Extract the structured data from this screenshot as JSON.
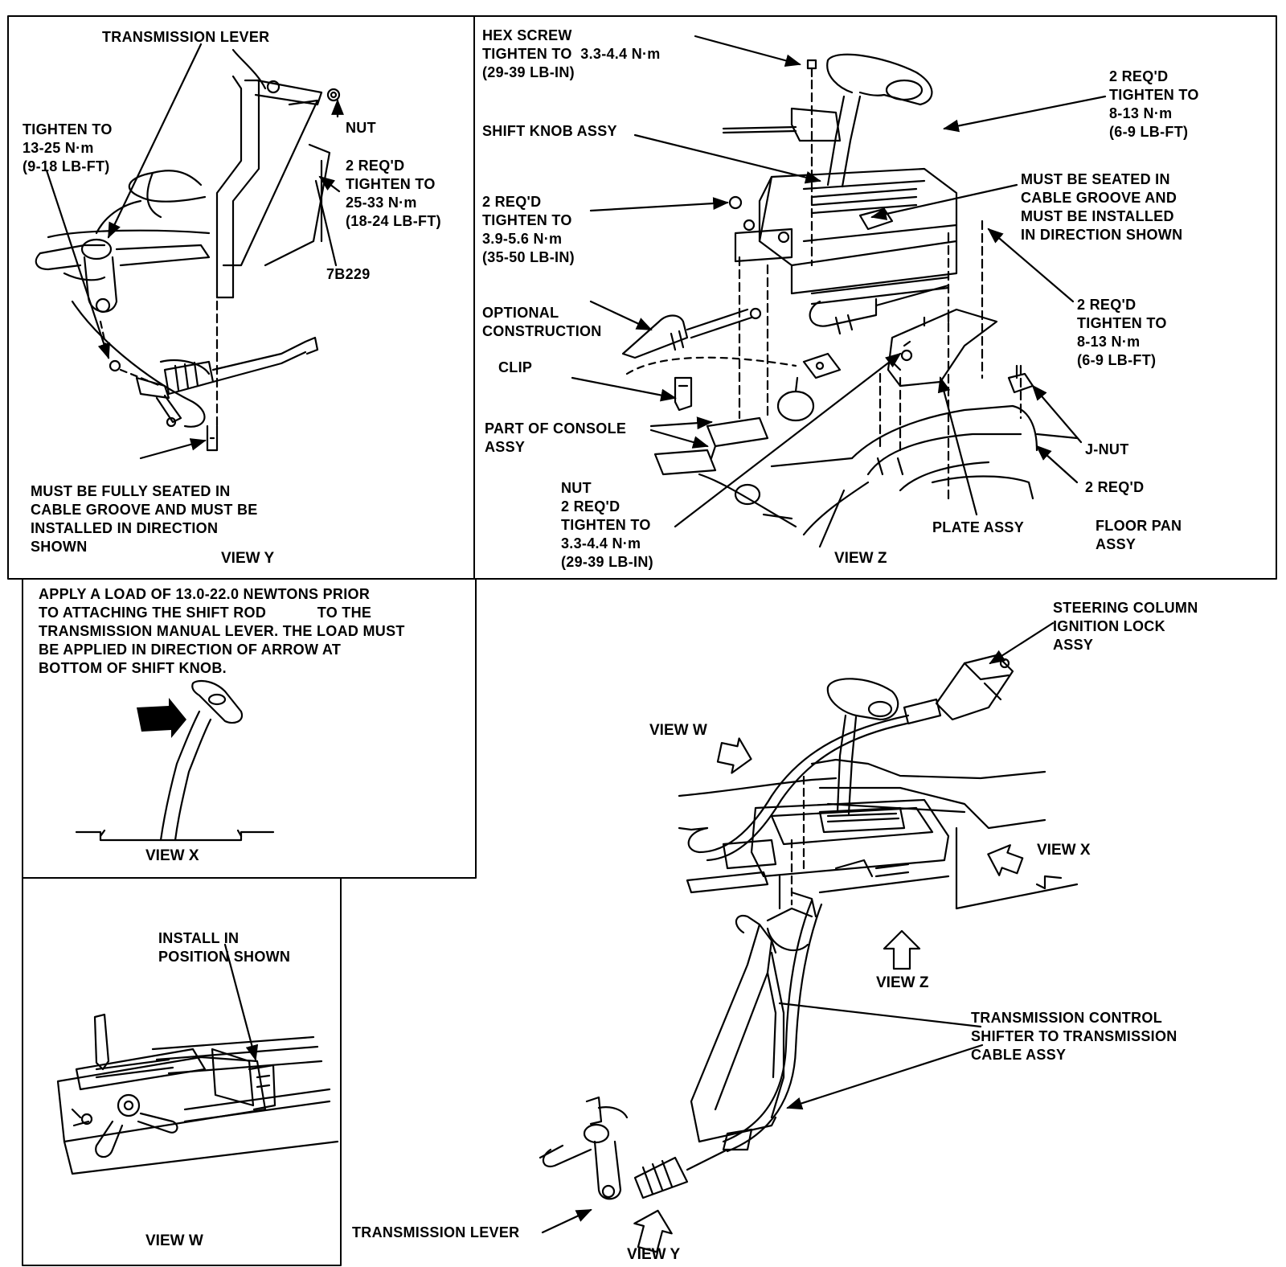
{
  "view_y": {
    "view_title": "VIEW Y",
    "transmission_lever": "TRANSMISSION LEVER",
    "torque_lever": "TIGHTEN TO\n13-25 N·m\n(9-18 LB-FT)",
    "nut": "NUT",
    "torque_bracket": "2 REQ'D\nTIGHTEN TO\n25-33 N·m\n(18-24 LB-FT)",
    "part_number": "7B229",
    "clip_note": "MUST BE FULLY SEATED IN\nCABLE GROOVE AND MUST BE\nINSTALLED IN DIRECTION\nSHOWN"
  },
  "view_z": {
    "view_title": "VIEW Z",
    "hex_screw": "HEX SCREW\nTIGHTEN TO  3.3-4.4 N·m\n(29-39 LB-IN)",
    "shift_knob": "SHIFT KNOB ASSY",
    "torque_top_right": "2 REQ'D\nTIGHTEN TO\n8-13 N·m\n(6-9 LB-FT)",
    "seated_note": "MUST BE SEATED IN\nCABLE GROOVE AND\nMUST BE INSTALLED\nIN DIRECTION SHOWN",
    "torque_left": "2 REQ'D\nTIGHTEN TO\n3.9-5.6 N·m\n(35-50 LB-IN)",
    "torque_right": "2 REQ'D\nTIGHTEN TO\n8-13 N·m\n(6-9 LB-FT)",
    "optional": "OPTIONAL\nCONSTRUCTION",
    "clip": "CLIP",
    "console": "PART OF CONSOLE\nASSY",
    "nut_torque": "NUT\n2 REQ'D\nTIGHTEN TO\n3.3-4.4 N·m\n(29-39 LB-IN)",
    "jnut": "J-NUT",
    "two_req": "2 REQ'D",
    "plate": "PLATE ASSY",
    "floor_pan": "FLOOR PAN\nASSY"
  },
  "view_x": {
    "view_title": "VIEW X",
    "note": "APPLY A LOAD OF 13.0-22.0 NEWTONS PRIOR\nTO ATTACHING THE SHIFT ROD            TO THE\nTRANSMISSION MANUAL LEVER. THE LOAD MUST\nBE APPLIED IN DIRECTION OF ARROW AT\nBOTTOM OF SHIFT KNOB."
  },
  "view_w": {
    "view_title": "VIEW W",
    "install_note": "INSTALL IN\nPOSITION SHOWN"
  },
  "overview": {
    "steering_column": "STEERING COLUMN\nIGNITION LOCK\nASSY",
    "view_w": "VIEW W",
    "view_x": "VIEW X",
    "view_z": "VIEW Z",
    "view_y": "VIEW Y",
    "cable_assy": "TRANSMISSION CONTROL\nSHIFTER TO TRANSMISSION\nCABLE ASSY",
    "transmission_lever": "TRANSMISSION LEVER"
  }
}
